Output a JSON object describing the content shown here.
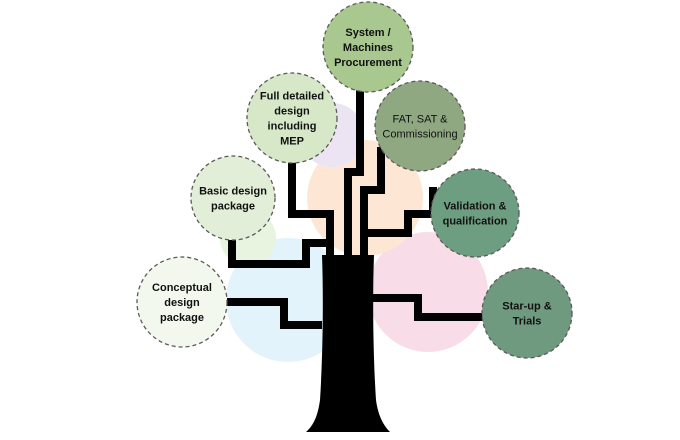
{
  "colors": {
    "trunk": "#000000",
    "blob_blue": "#e3f3fb",
    "blob_pink": "#f8dde8",
    "blob_orange": "#fde7d4",
    "blob_lavender": "#ece3f3",
    "blob_green": "#e8f4e0",
    "node_stroke": "#5a5a5a"
  },
  "nodes": [
    {
      "id": "conceptual",
      "lines": [
        "Conceptual",
        "design",
        "package"
      ],
      "fill": "#f3f8ee",
      "bold": true
    },
    {
      "id": "basic",
      "lines": [
        "Basic design",
        "package"
      ],
      "fill": "#e2eed7",
      "bold": true
    },
    {
      "id": "full",
      "lines": [
        "Full detailed",
        "design",
        "including",
        "MEP"
      ],
      "fill": "#d6e8c8",
      "bold": true
    },
    {
      "id": "system",
      "lines": [
        "System /",
        "Machines",
        "Procurement"
      ],
      "fill": "#a9c88f",
      "bold": true
    },
    {
      "id": "fat",
      "lines": [
        "FAT, SAT &",
        "Commissioning"
      ],
      "fill": "#8fa882",
      "bold": false
    },
    {
      "id": "validation",
      "lines": [
        "Validation &",
        "qualification"
      ],
      "fill": "#6e9e81",
      "bold": true
    },
    {
      "id": "startup",
      "lines": [
        "Star-up &",
        "Trials"
      ],
      "fill": "#6f9a7f",
      "bold": true
    }
  ]
}
